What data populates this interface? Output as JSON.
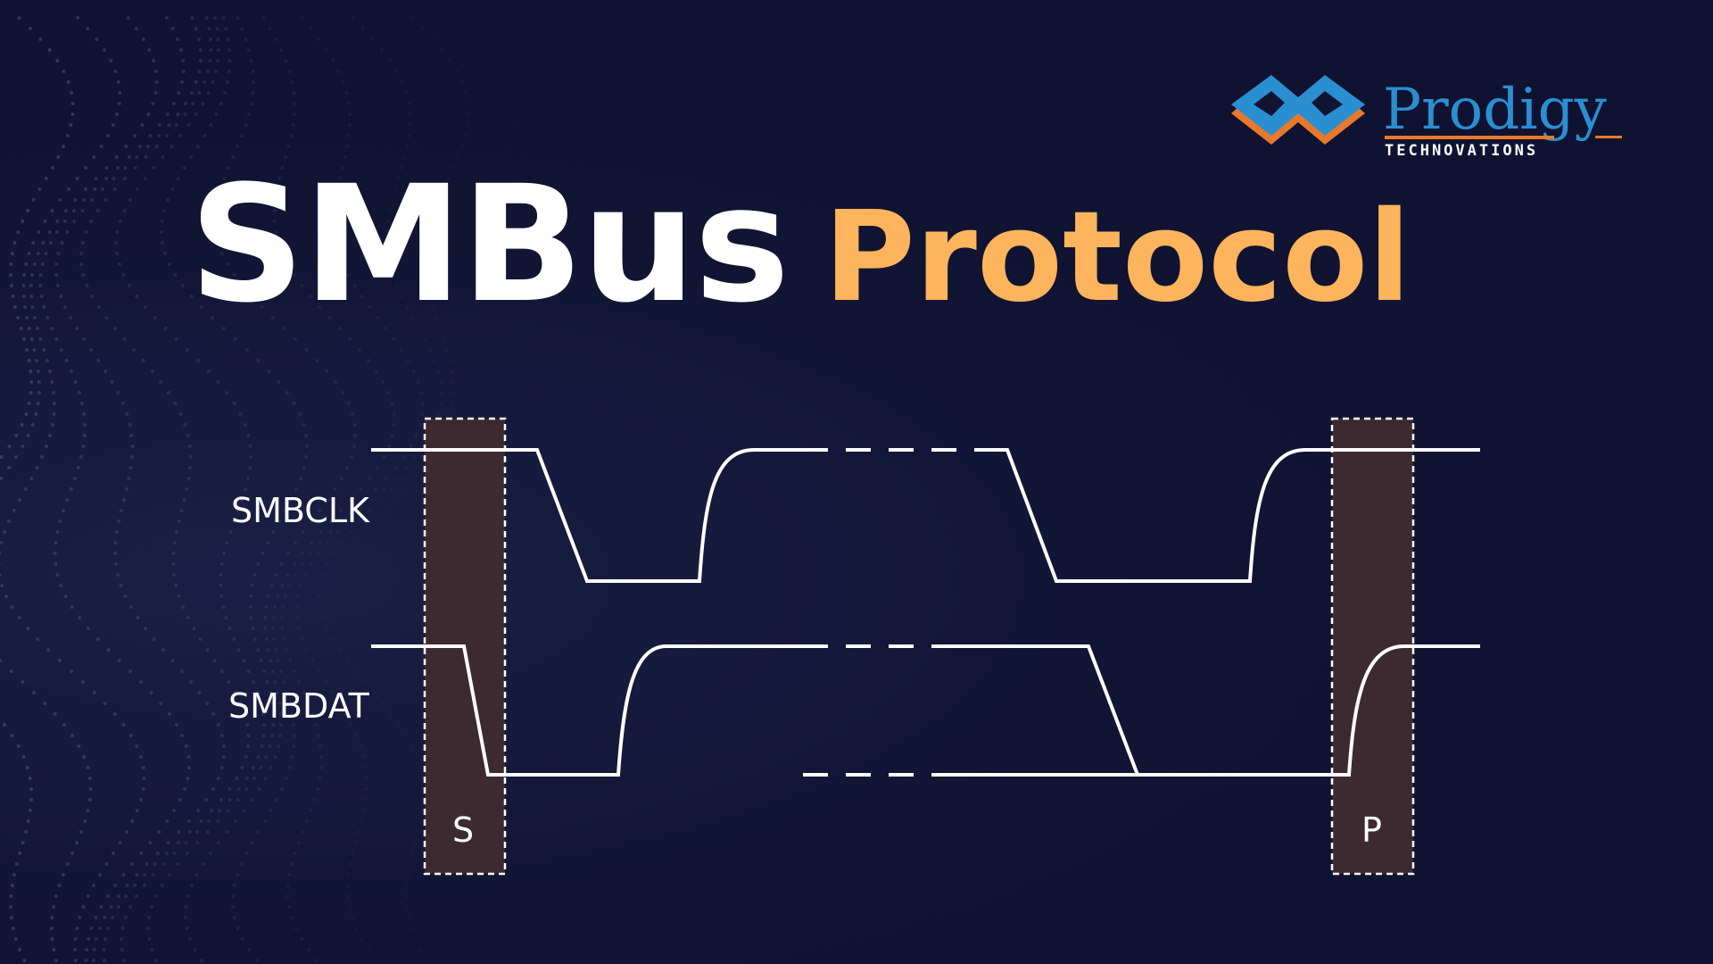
{
  "title": {
    "part1": "SMBus",
    "part2": "Protocol"
  },
  "logo": {
    "name": "Prodigy",
    "tagline": "TECHNOVATIONS"
  },
  "diagram": {
    "signals": [
      "SMBCLK",
      "SMBDAT"
    ],
    "markers": {
      "start": "S",
      "stop": "P"
    }
  },
  "colors": {
    "background": "#0f1230",
    "accent": "#fdb45c",
    "logo_blue": "#2a8fd0",
    "logo_orange": "#e8782a",
    "condition_box": "#3d2a31"
  }
}
